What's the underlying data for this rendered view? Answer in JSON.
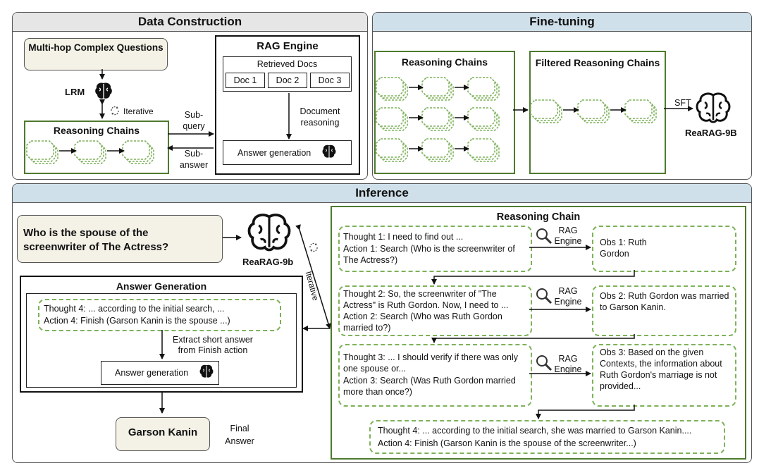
{
  "data_construction": {
    "title": "Data Construction",
    "multihop_question": "Multi-hop Complex Questions",
    "lrm_label": "LRM",
    "iterative_label": "Iterative",
    "reasoning_chains_title": "Reasoning Chains",
    "rag_engine_title": "RAG Engine",
    "retrieved_docs_label": "Retrieved Docs",
    "docs": [
      "Doc 1",
      "Doc 2",
      "Doc 3"
    ],
    "document_reasoning": "Document reasoning",
    "answer_generation": "Answer generation",
    "sub_query": "Sub-query",
    "sub_answer": "Sub-answer"
  },
  "fine_tuning": {
    "title": "Fine-tuning",
    "reasoning_chains_title": "Reasoning Chains",
    "filtered_title": "Filtered Reasoning Chains",
    "sft_label": "SFT",
    "model_label": "ReaRAG-9B"
  },
  "inference": {
    "title": "Inference",
    "question": "Who is the spouse of the screenwriter of The Actress?",
    "model_label": "ReaRAG-9b",
    "iterative_label": "Iterative",
    "answer_generation_title": "Answer Generation",
    "thought4_short": "Thought 4: ... according to the initial search, ...",
    "action4_short": "Action 4: Finish (Garson Kanin is the spouse ...)",
    "extract_note": "Extract short answer from Finish action",
    "answer_generation_box": "Answer generation",
    "final_answer": "Garson Kanin",
    "final_answer_label": "Final Answer",
    "reasoning_chain_title": "Reasoning Chain",
    "rag_engine_label": "RAG Engine",
    "steps": [
      {
        "thought": "Thought 1: I need to find out ...",
        "action": "Action 1: Search (Who is the screenwriter of The Actress?)",
        "obs": "Obs 1: Ruth Gordon"
      },
      {
        "thought": "Thought 2: So, the screenwriter of \"The Actress\" is Ruth Gordon. Now, I need to ...",
        "action": "Action 2: Search (Who was Ruth Gordon married to?)",
        "obs": "Obs 2: Ruth Gordon was married to Garson Kanin."
      },
      {
        "thought": "Thought 3: ... I should verify if there was only one spouse or...",
        "action": "Action 3: Search (Was Ruth Gordon married more than once?)",
        "obs": "Obs 3: Based on the given Contexts, the information about Ruth Gordon's marriage is not provided..."
      }
    ],
    "final_thought": "Thought 4: ... according to the initial search, she was married to Garson Kanin....",
    "final_action": "Action 4: Finish (Garson Kanin is the spouse of the screenwriter...)"
  },
  "colors": {
    "green": "#4e7a2e",
    "dash_green": "#7db25a",
    "cream": "#f4f1e6",
    "gray_head": "#e6e6e6",
    "blue_head": "#cfe0ea"
  },
  "icons": [
    "brain-icon",
    "magnifier-icon",
    "refresh-icon"
  ]
}
